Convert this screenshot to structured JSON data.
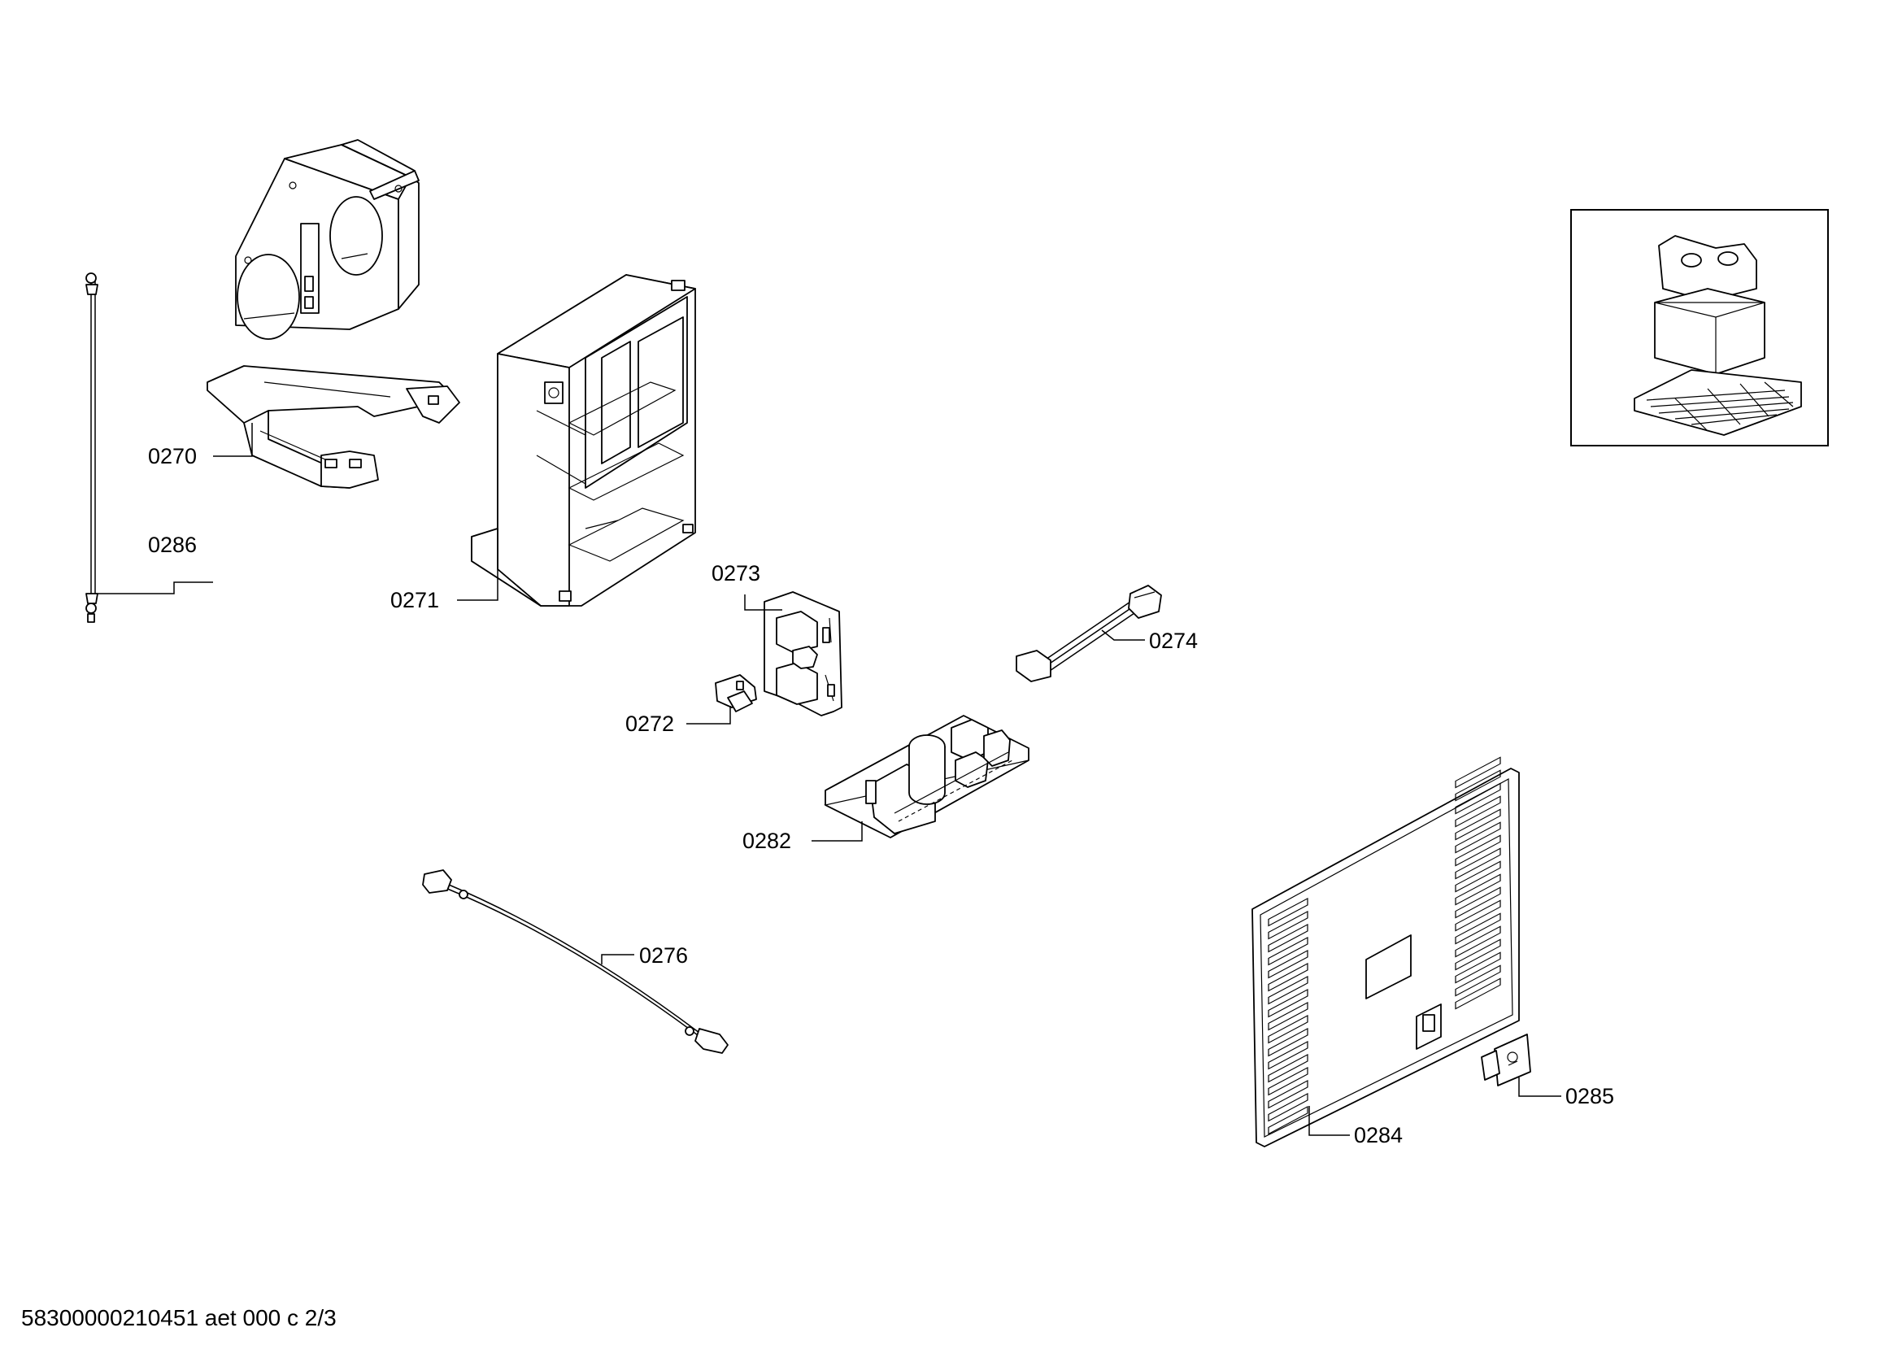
{
  "labels": {
    "p0270": "0270",
    "p0271": "0271",
    "p0286": "0286",
    "p0273": "0273",
    "p0274": "0274",
    "p0272": "0272",
    "p0282": "0282",
    "p0276": "0276",
    "p0284": "0284",
    "p0285": "0285"
  },
  "footer": "58300000210451 aet 000 c 2/3"
}
